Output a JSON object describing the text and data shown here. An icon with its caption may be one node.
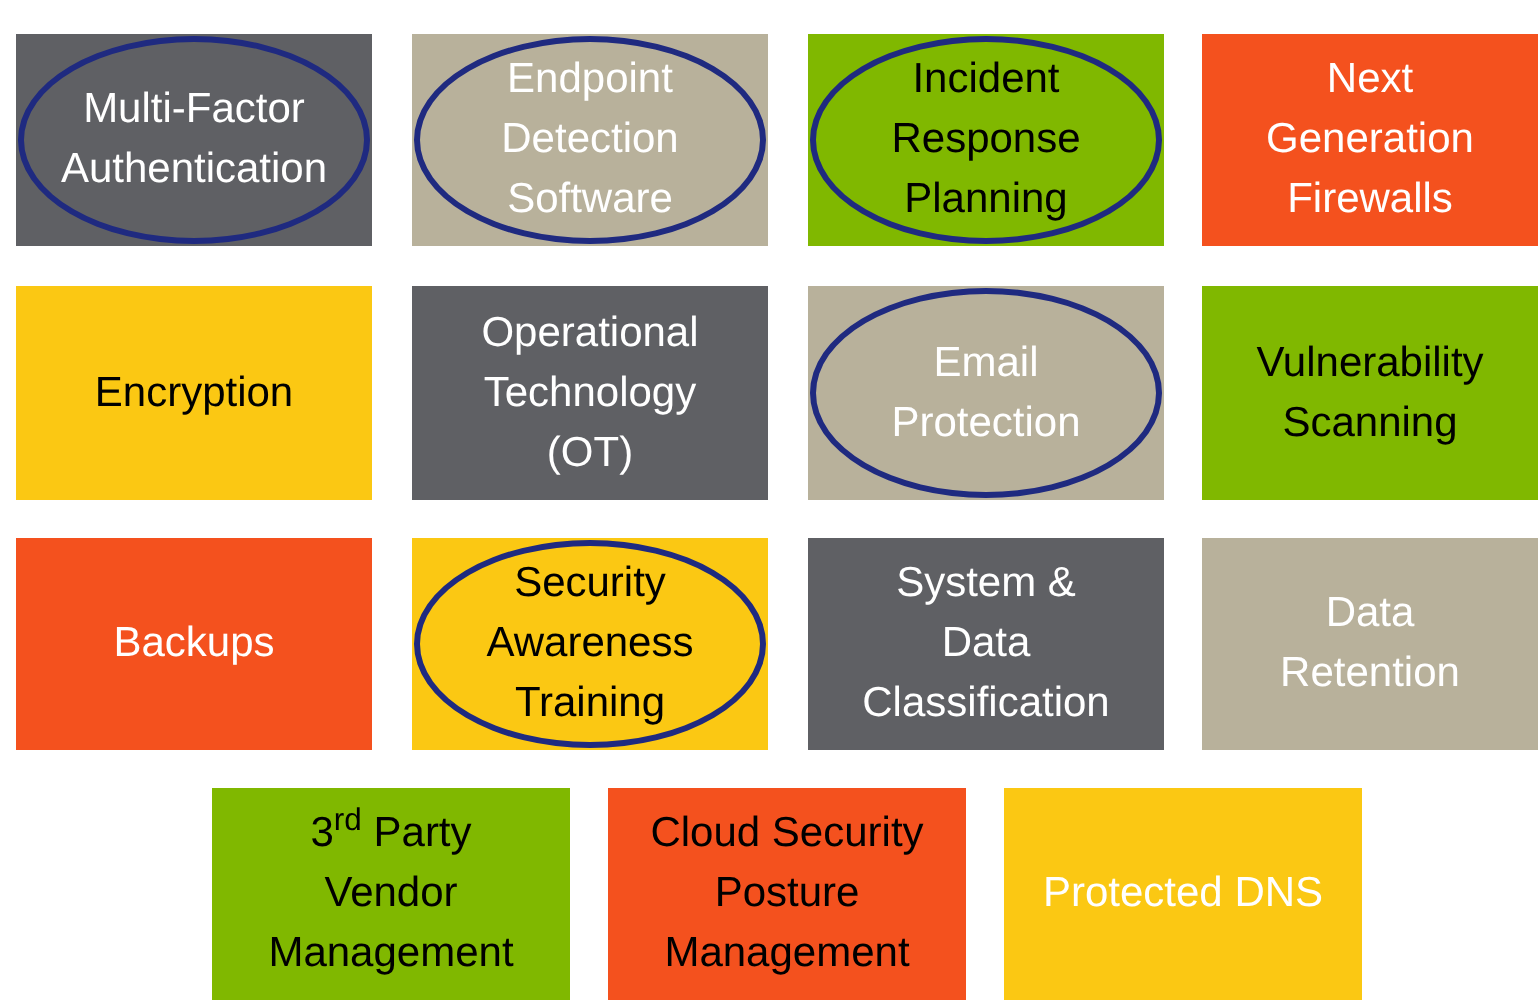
{
  "diagram": {
    "nodes": [
      {
        "text": [],
        "shape": "box"
      },
      {
        "text": [
          "Multi-Factor Authentication"
        ],
        "in": 0
      },
      {
        "text": [],
        "shape": "box"
      },
      {
        "text": [
          "Endpoint Detection Software"
        ],
        "in": 2
      },
      {
        "text": [],
        "shape": "box"
      },
      {
        "text": [
          "Incident Response Planning"
        ],
        "in": 4
      },
      {
        "text": [
          "Next Generation Firewalls"
        ]
      },
      {
        "text": [
          "Encryption"
        ]
      },
      {
        "text": [
          "Operational Technology (OT)"
        ]
      },
      {
        "text": [],
        "shape": "box"
      },
      {
        "text": [
          "Email Protection"
        ],
        "in": 9
      },
      {
        "text": [
          "Vulnerability Scanning"
        ]
      },
      {
        "text": [
          "Backups"
        ]
      },
      {
        "text": [],
        "shape": "box"
      },
      {
        "text": [
          "Security Awareness Training"
        ],
        "in": 13
      },
      {
        "text": [
          "System & Data Classification"
        ]
      },
      {
        "text": [
          "Data Retention"
        ]
      },
      {
        "text": [
          "3$^{rd}$ Party Vendor Management"
        ]
      },
      {
        "text": [
          "Cloud Security Posture Management"
        ]
      },
      {
        "text": [
          "Protected DNS"
        ]
      }
    ]
  }
}
